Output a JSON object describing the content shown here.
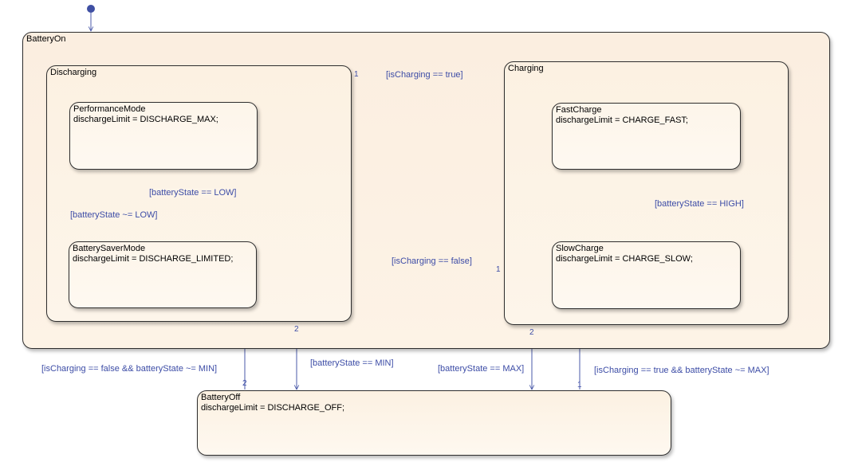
{
  "states": {
    "battery_on": {
      "name": "BatteryOn"
    },
    "discharging": {
      "name": "Discharging"
    },
    "performance_mode": {
      "name": "PerformanceMode",
      "action": "dischargeLimit = DISCHARGE_MAX;"
    },
    "battery_saver_mode": {
      "name": "BatterySaverMode",
      "action": "dischargeLimit = DISCHARGE_LIMITED;"
    },
    "charging": {
      "name": "Charging"
    },
    "fast_charge": {
      "name": "FastCharge",
      "action": "dischargeLimit = CHARGE_FAST;"
    },
    "slow_charge": {
      "name": "SlowCharge",
      "action": "dischargeLimit = CHARGE_SLOW;"
    },
    "battery_off": {
      "name": "BatteryOff",
      "action": "dischargeLimit = DISCHARGE_OFF;"
    }
  },
  "transitions": {
    "discharging_to_charging": {
      "guard": "[isCharging == true]",
      "priority": "1"
    },
    "charging_to_discharging": {
      "guard": "[isCharging == false]",
      "priority": "1"
    },
    "performance_to_saver": {
      "guard": "[batteryState == LOW]"
    },
    "saver_to_performance": {
      "guard": "[batteryState ~= LOW]"
    },
    "fast_to_slow": {
      "guard": "[batteryState == HIGH]"
    },
    "off_to_discharging": {
      "guard": "[isCharging == false && batteryState ~= MIN]",
      "priority": "2"
    },
    "discharging_to_off": {
      "guard": "[batteryState == MIN]",
      "priority": "2"
    },
    "charging_to_off": {
      "guard": "[batteryState == MAX]",
      "priority": "2"
    },
    "off_to_charging": {
      "guard": "[isCharging == true && batteryState ~= MAX]",
      "priority": "1"
    }
  },
  "colors": {
    "transition": "#4a5aa8",
    "default_dot": "#3f4fa3",
    "state_border": "#2e2e2e",
    "state_fill": "#fcf1e2"
  }
}
